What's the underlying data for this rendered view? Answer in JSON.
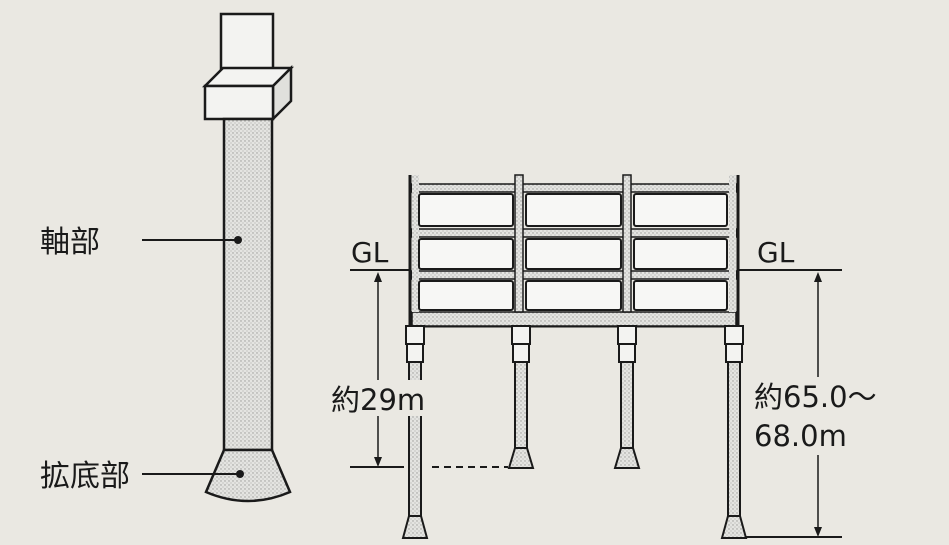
{
  "pile_labels": {
    "shaft": "軸部",
    "base": "拡底部"
  },
  "section_labels": {
    "gl_left": "GL",
    "gl_right": "GL"
  },
  "depths": {
    "short_pile": "約29m",
    "long_pile_line1": "約65.0～",
    "long_pile_line2": "68.0m"
  },
  "colors": {
    "background": "#eae8e2",
    "line": "#1a1a1a",
    "fill_light": "#f3f3f1",
    "fill_dotted": "#d9d9d6"
  }
}
